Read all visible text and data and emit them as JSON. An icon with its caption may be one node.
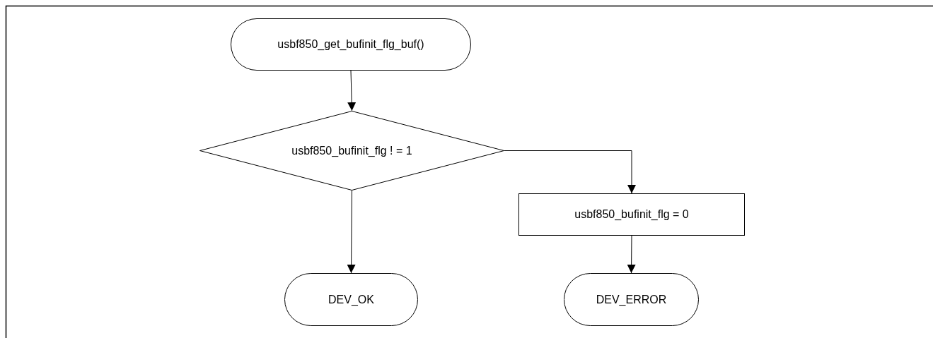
{
  "diagram": {
    "nodes": [
      {
        "text": [
          "usbf850_get_bufinit_flg_buf()"
        ]
      },
      {
        "text": [
          "usbf850_bufinit_flg ! = 1"
        ]
      },
      {
        "text": [
          "usbf850_bufinit_flg = 0"
        ]
      },
      {
        "text": [
          "DEV_OK"
        ]
      },
      {
        "text": [
          "DEV_ERROR"
        ]
      }
    ],
    "edges": [
      {
        "from": 0,
        "to": 1,
        "arrow": "to"
      },
      {
        "from": 1,
        "to": 2,
        "arrow": "to"
      },
      {
        "from": 1,
        "to": 3,
        "arrow": "to"
      },
      {
        "from": 2,
        "to": 4,
        "arrow": "to"
      }
    ]
  }
}
